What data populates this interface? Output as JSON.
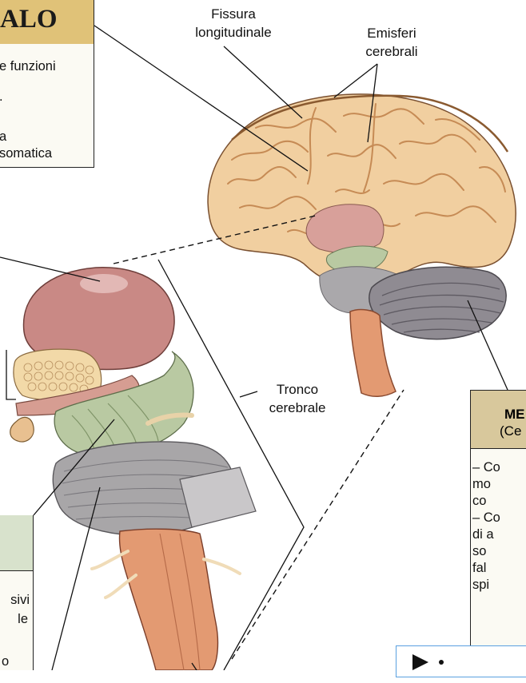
{
  "title_box": {
    "text": "ALO"
  },
  "top_left_box": {
    "lines": [
      "e funzioni",
      ".",
      "a",
      "somatica"
    ]
  },
  "labels": {
    "fissura": [
      "Fissura",
      "longitudinale"
    ],
    "emisferi": [
      "Emisferi",
      "cerebrali"
    ],
    "tronco": [
      "Tronco",
      "cerebrale"
    ]
  },
  "right_box": {
    "head": [
      "ME",
      "(Ce"
    ],
    "lines": [
      "–  Co",
      "    mo",
      "    co",
      "–  Co",
      "    di a",
      "    so",
      "    fal",
      "    spi"
    ]
  },
  "left_bottom_box": {
    "lines": [
      "sivi",
      "le",
      "o"
    ]
  },
  "colors": {
    "cerebrum": "#f1cfa0",
    "cerebrum_shade": "#d9a56f",
    "thalamus": "#c98985",
    "midbrain": "#b9c9a2",
    "pons": "#a8a6a8",
    "cerebellum": "#8f8b92",
    "spinal": "#e39a72",
    "box_head": "#d8c89c",
    "title_tag": "#e0c278"
  }
}
